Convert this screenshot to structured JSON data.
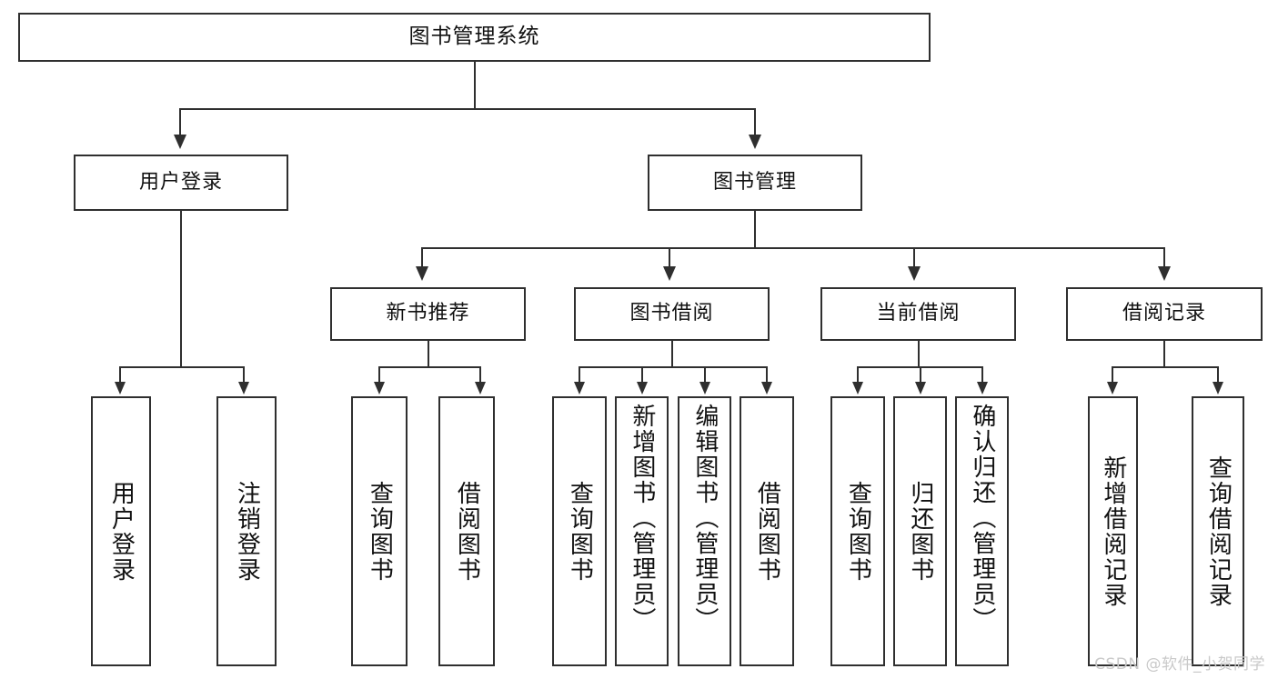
{
  "diagram": {
    "title": "图书管理系统",
    "type": "tree-hierarchy",
    "watermark": "CSDN @软件_小贺同学",
    "colors": {
      "box_border": "#2f2f2f",
      "box_fill": "#ffffff",
      "connector": "#2f2f2f",
      "text": "#111111",
      "watermark": "#c9c9c9",
      "background": "#ffffff"
    },
    "root": {
      "label": "图书管理系统"
    },
    "level1": [
      {
        "label": "用户登录"
      },
      {
        "label": "图书管理"
      }
    ],
    "level2": [
      {
        "label": "新书推荐"
      },
      {
        "label": "图书借阅"
      },
      {
        "label": "当前借阅"
      },
      {
        "label": "借阅记录"
      }
    ],
    "leaves": {
      "user_login": [
        {
          "label": "用户登录"
        },
        {
          "label": "注销登录"
        }
      ],
      "new_book_recommend": [
        {
          "label": "查询图书"
        },
        {
          "label": "借阅图书"
        }
      ],
      "book_borrow": [
        {
          "label": "查询图书"
        },
        {
          "label": "新增图书（管理员）"
        },
        {
          "label": "编辑图书（管理员）"
        },
        {
          "label": "借阅图书"
        }
      ],
      "current_borrow": [
        {
          "label": "查询图书"
        },
        {
          "label": "归还图书"
        },
        {
          "label": "确认归还（管理员）"
        }
      ],
      "borrow_record": [
        {
          "label": "新增借阅记录"
        },
        {
          "label": "查询借阅记录"
        }
      ]
    }
  }
}
